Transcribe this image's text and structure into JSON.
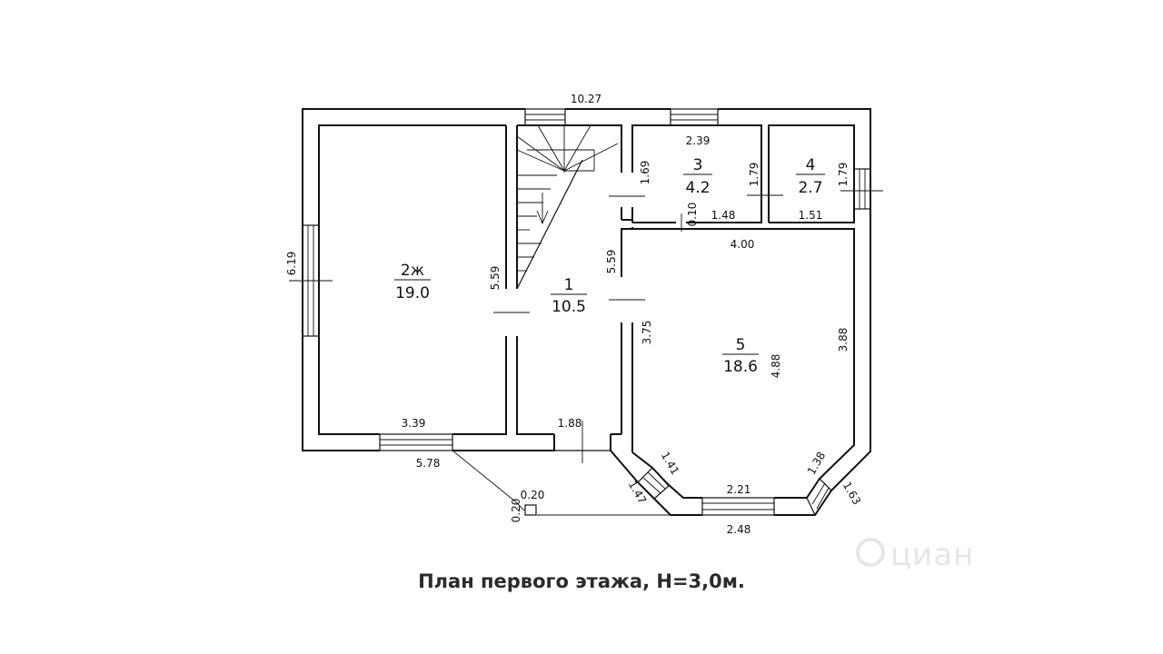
{
  "caption": "План первого этажа, H=3,0м.",
  "watermark": "циан",
  "rooms": [
    {
      "id": "r1",
      "number": "1",
      "area": "10.5"
    },
    {
      "id": "r2",
      "number": "2ж",
      "area": "19.0"
    },
    {
      "id": "r3",
      "number": "3",
      "area": "4.2"
    },
    {
      "id": "r4",
      "number": "4",
      "area": "2.7"
    },
    {
      "id": "r5",
      "number": "5",
      "area": "18.6"
    }
  ],
  "dimensions": {
    "top_overall": "10.27",
    "left_height": "6.19",
    "room2_bottom": "3.39",
    "overall_bottom": "5.78",
    "room2_right": "5.59",
    "hall_right": "5.59",
    "hall_bottom": "1.88",
    "room3_top": "2.39",
    "room3_left": "1.69",
    "room3_right": "1.79",
    "room3_bottom": "1.48",
    "room3_partition": "0.10",
    "room4_right": "1.79",
    "room4_bottom": "1.51",
    "room5_top": "4.00",
    "room5_left": "3.75",
    "room5_right": "3.88",
    "room5_depth": "4.88",
    "bay_left_inner": "1.41",
    "bay_left_outer": "1.47",
    "bay_front_inner": "2.21",
    "bay_front_outer": "2.48",
    "bay_right_inner": "1.38",
    "bay_right_outer": "1.63",
    "post_w": "0.20",
    "post_h": "0.20"
  }
}
